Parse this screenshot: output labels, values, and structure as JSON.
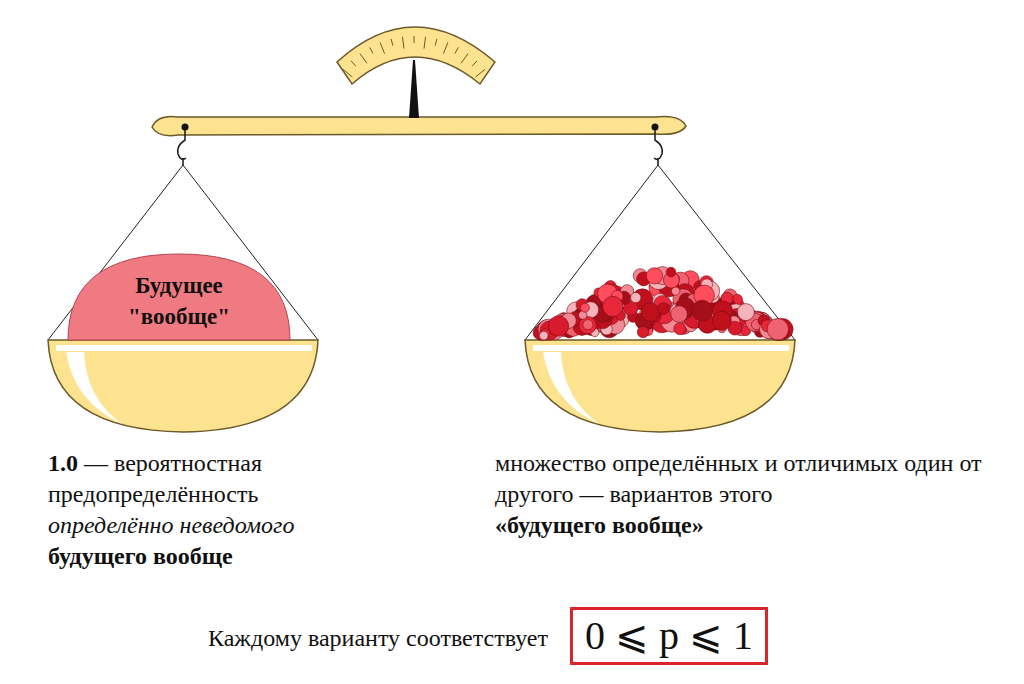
{
  "diagram": {
    "nodes": [
      {
        "text": [
          "Будущее \"вообще\""
        ]
      },
      {
        "text": [
          "0 ⩽ p ⩽ 1"
        ]
      }
    ],
    "labels": [
      "1.0",
      "— вероятностная предопределённость",
      "определённо неведомого",
      "будущего вообще",
      "множество определённых и отличимых один от другого — вариантов этого",
      "«будущего вообще»",
      "Каждому варианту соответствует"
    ]
  }
}
